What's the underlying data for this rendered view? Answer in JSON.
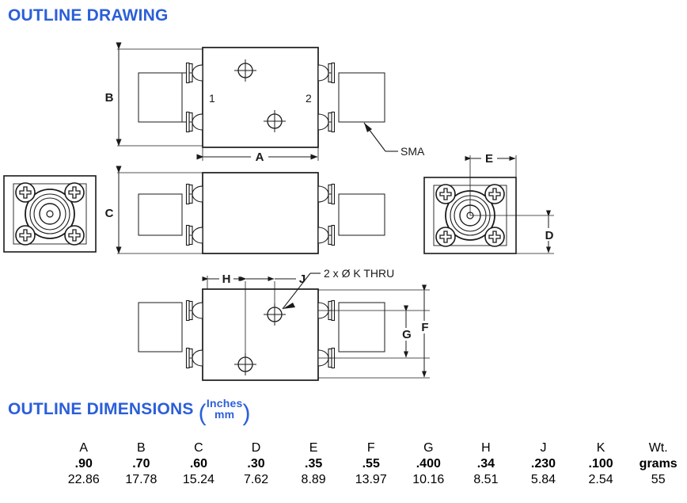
{
  "headings": {
    "drawing": "OUTLINE DRAWING",
    "dimensions": "OUTLINE DIMENSIONS",
    "unit_numerator": "Inches",
    "unit_denominator": "mm",
    "paren_open": "(",
    "paren_close": ")"
  },
  "colors": {
    "heading_blue": "#2b5fd9",
    "line": "#1a1a1a",
    "background": "#ffffff"
  },
  "drawing": {
    "labels": {
      "port_1": "1",
      "port_2": "2",
      "connector": "SMA",
      "hole_callout": "2 x Ø K THRU",
      "dim_A": "A",
      "dim_B": "B",
      "dim_C": "C",
      "dim_D": "D",
      "dim_E": "E",
      "dim_F": "F",
      "dim_G": "G",
      "dim_H": "H",
      "dim_J": "J"
    }
  },
  "table": {
    "headers": [
      "A",
      "B",
      "C",
      "D",
      "E",
      "F",
      "G",
      "H",
      "J",
      "K",
      "Wt."
    ],
    "inches": [
      ".90",
      ".70",
      ".60",
      ".30",
      ".35",
      ".55",
      ".400",
      ".34",
      ".230",
      ".100",
      "grams"
    ],
    "mm": [
      "22.86",
      "17.78",
      "15.24",
      "7.62",
      "8.89",
      "13.97",
      "10.16",
      "8.51",
      "5.84",
      "2.54",
      "55"
    ]
  }
}
